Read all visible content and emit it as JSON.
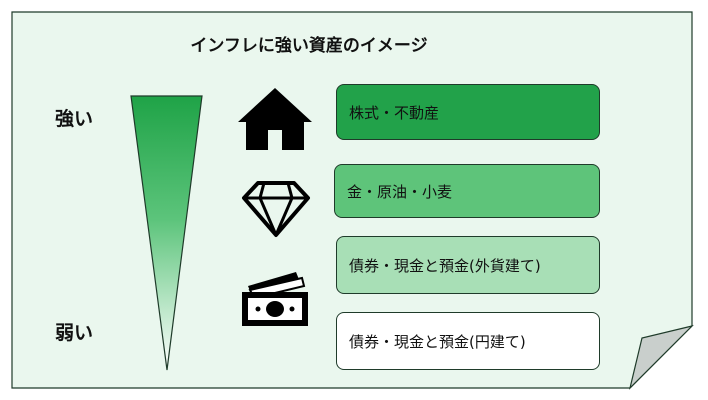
{
  "title": "インフレに強い資産のイメージ",
  "scale": {
    "strong_label": "強い",
    "weak_label": "弱い"
  },
  "assets": [
    {
      "label": "株式・不動産",
      "icon": "house-icon",
      "color": "#22a24a"
    },
    {
      "label": "金・原油・小麦",
      "icon": "diamond-icon",
      "color": "#5ec47a"
    },
    {
      "label": "債券・現金と預金(外貨建て)",
      "icon": "cash-icon",
      "color": "#a8dfb6"
    },
    {
      "label": "債券・現金と預金(円建て)",
      "icon": "",
      "color": "#ffffff"
    }
  ],
  "colors": {
    "background": "#eaf7ee",
    "border": "#1f3b2a",
    "fold": "#c9cfcc",
    "wedge_top": "#1fa347"
  }
}
